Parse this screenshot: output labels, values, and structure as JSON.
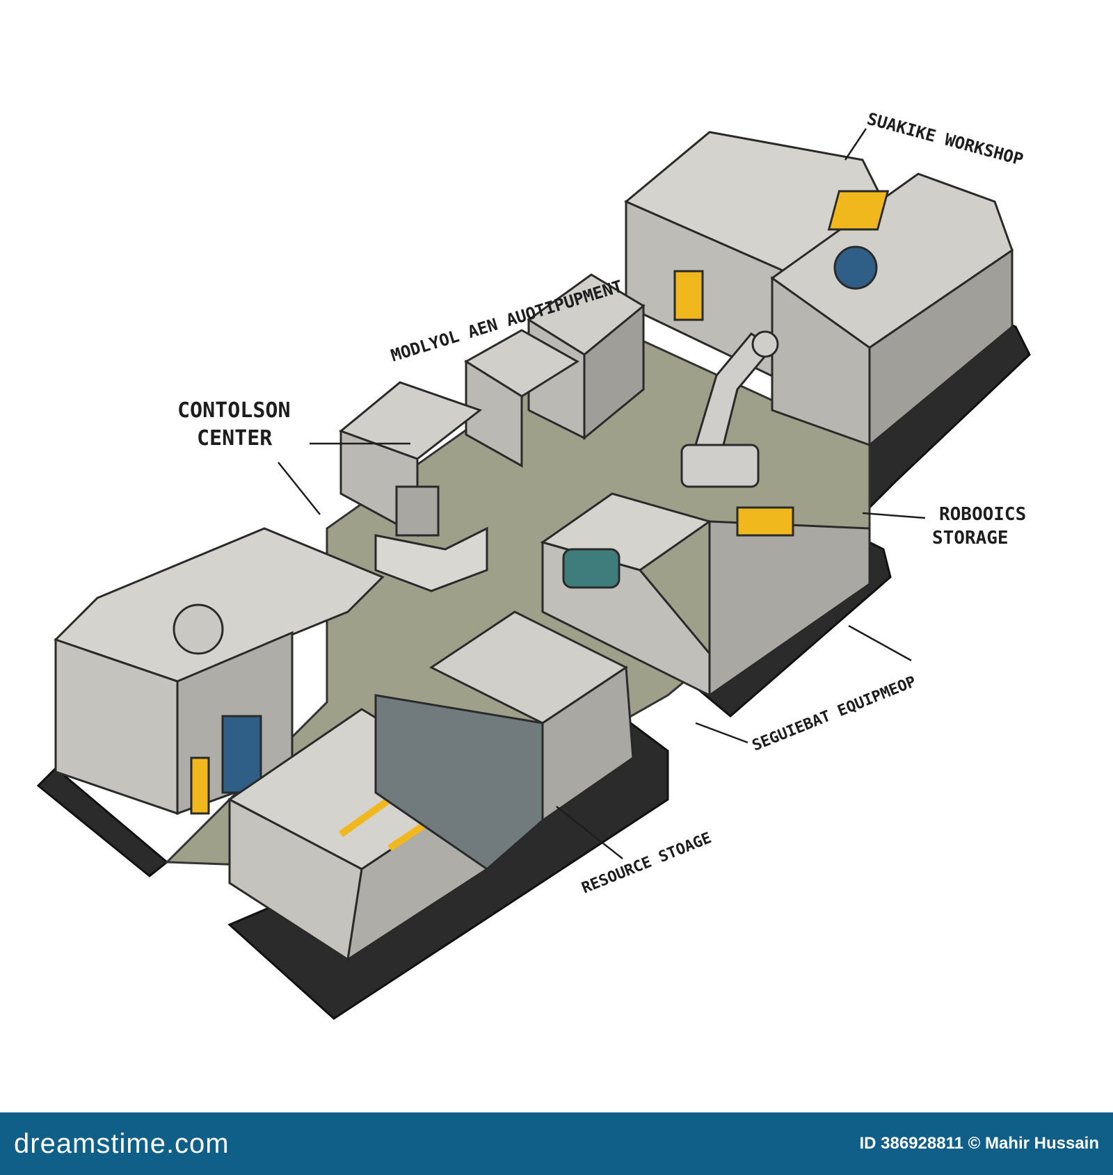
{
  "labels": {
    "control_center_line1": "CONTOLSON",
    "control_center_line2": "CENTER",
    "modular_equipment": "MODLYOL AEN AUOTIPUPMENT",
    "surface_workshop": "SUAKIKE WORKSHOP",
    "robotics_storage_line1": "ROBOOICS",
    "robotics_storage_line2": "STORAGE",
    "segment_equipment": "SEGUIEBAT EQUIPMEOP",
    "resource_storage": "RESOURCE STOAGE"
  },
  "footer": {
    "logo": "dreamstime.com",
    "id_credit": "ID 386928811 © Mahir Hussain"
  },
  "colors": {
    "module_gray": "#c9c8c3",
    "module_dark": "#8d8c87",
    "accent_yellow": "#f0b81c",
    "track_black": "#2b2b2b",
    "window_blue": "#2f5f86",
    "floor_olive": "#9ea08a",
    "footer_blue": "#0f5f88"
  }
}
